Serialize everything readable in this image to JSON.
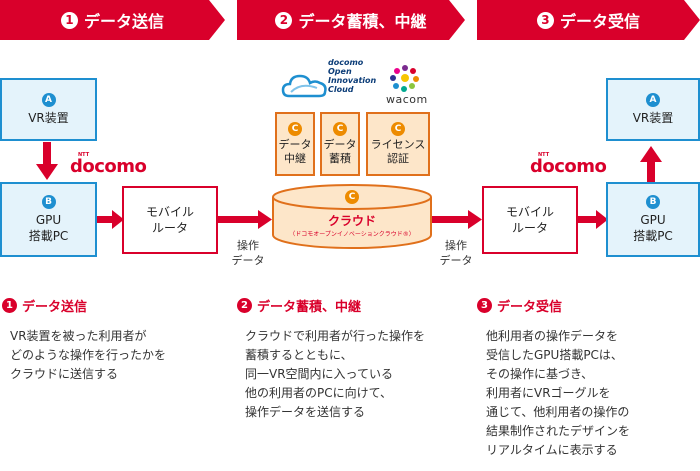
{
  "banners": [
    {
      "num": "1",
      "label": "データ送信"
    },
    {
      "num": "2",
      "label": "データ蓄積、中継"
    },
    {
      "num": "3",
      "label": "データ受信"
    }
  ],
  "logos": {
    "docomo_left": "docomo",
    "docomo_right": "docomo",
    "ntt": "NTT",
    "open_innovation_cloud": "docomo\nOpen\nInnovation\nCloud",
    "wacom": "wacom"
  },
  "nodes": {
    "vr_left": {
      "badge": "A",
      "label": "VR装置"
    },
    "gpu_left": {
      "badge": "B",
      "label": "GPU\n搭載PC"
    },
    "router_left": {
      "label": "モバイル\nルータ"
    },
    "data_relay": {
      "badge": "C",
      "label": "データ\n中継"
    },
    "data_store": {
      "badge": "C",
      "label": "データ\n蓄積"
    },
    "license": {
      "badge": "C",
      "label": "ライセンス\n認証"
    },
    "cloud": {
      "badge": "C",
      "label": "クラウド",
      "sub": "（ドコモオープンイノベーションクラウド®）"
    },
    "router_right": {
      "label": "モバイル\nルータ"
    },
    "gpu_right": {
      "badge": "B",
      "label": "GPU\n搭載PC"
    },
    "vr_right": {
      "badge": "A",
      "label": "VR装置"
    }
  },
  "flow_labels": {
    "op_data_left": "操作\nデータ",
    "op_data_right": "操作\nデータ"
  },
  "sections": [
    {
      "num": "1",
      "title": "データ送信",
      "text": "VR装置を被った利用者が\nどのような操作を行ったかを\nクラウドに送信する"
    },
    {
      "num": "2",
      "title": "データ蓄積、中継",
      "text": "クラウドで利用者が行った操作を\n蓄積するとともに、\n同一VR空間内に入っている\n他の利用者のPCに向けて、\n操作データを送信する"
    },
    {
      "num": "3",
      "title": "データ受信",
      "text": "他利用者の操作データを\n受信したGPU搭載PCは、\nその操作に基づき、\n利用者にVRゴーグルを\n通じて、他利用者の操作の\n結果制作されたデザインを\nリアルタイムに表示する"
    }
  ],
  "colors": {
    "accent_red": "#d9002b",
    "blue": "#1e8fd0",
    "orange": "#ed8b00"
  }
}
